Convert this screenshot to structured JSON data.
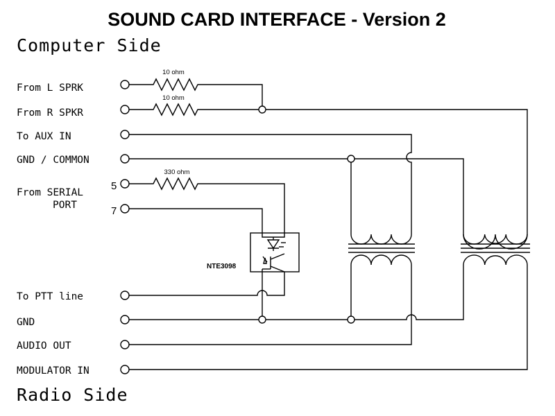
{
  "title": "SOUND CARD INTERFACE - Version 2",
  "computer_side": "Computer Side",
  "radio_side": "Radio Side",
  "computer_terminals": {
    "from_l_spkr": "From L SPRK",
    "from_r_spkr": "From R SPKR",
    "to_aux_in": "To AUX IN",
    "gnd_common": "GND / COMMON",
    "from_serial_line1": "From SERIAL",
    "from_serial_line2": "PORT",
    "pin_5": "5",
    "pin_7": "7"
  },
  "radio_terminals": {
    "to_ptt": "To PTT line",
    "gnd": "GND",
    "audio_out": "AUDIO OUT",
    "modulator_in": "MODULATOR IN"
  },
  "components": {
    "r_left": "10 ohm",
    "r_right": "10 ohm",
    "r_serial": "330 ohm",
    "optocoupler": "NTE3098"
  }
}
